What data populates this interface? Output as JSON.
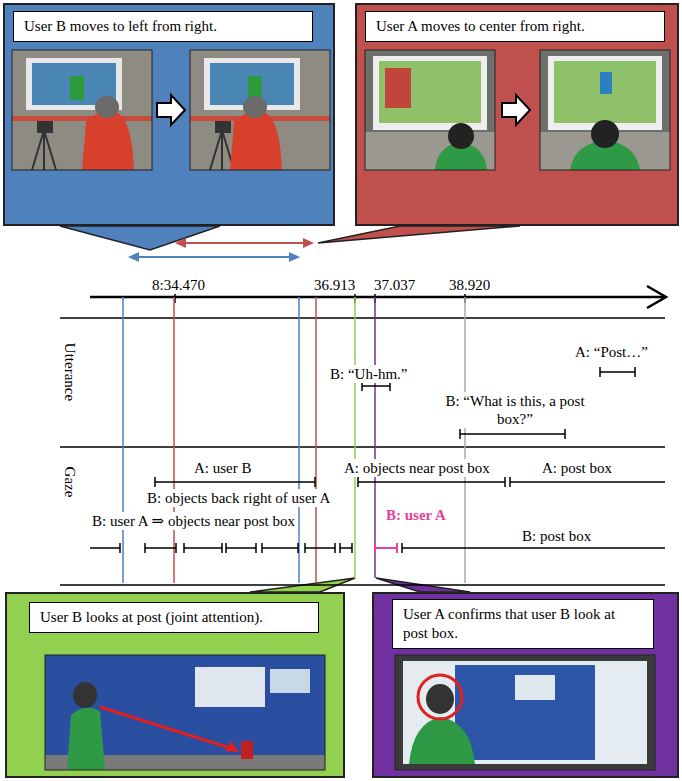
{
  "diagram": {
    "nodes": [
      {
        "text": [
          "User B moves to left from right."
        ]
      },
      {
        "text": [
          "User A moves to center from right."
        ]
      },
      {
        "text": [
          "User B looks at post (joint attention)."
        ]
      },
      {
        "text": [
          "User A confirms that user B look at post box."
        ]
      }
    ],
    "labels": [
      "8:34.470",
      "36.913",
      "37.037",
      "38.920",
      "Utterance",
      "Gaze",
      "A: “Post…”",
      "B: “What is this, a post box?”",
      "B: “Uh-hm.”",
      "A: user B",
      "A: objects near post box",
      "A: post box",
      "B: objects back right of user A",
      "B: user A ⇒ objects near post box",
      "B: user A",
      "B: post box"
    ]
  }
}
